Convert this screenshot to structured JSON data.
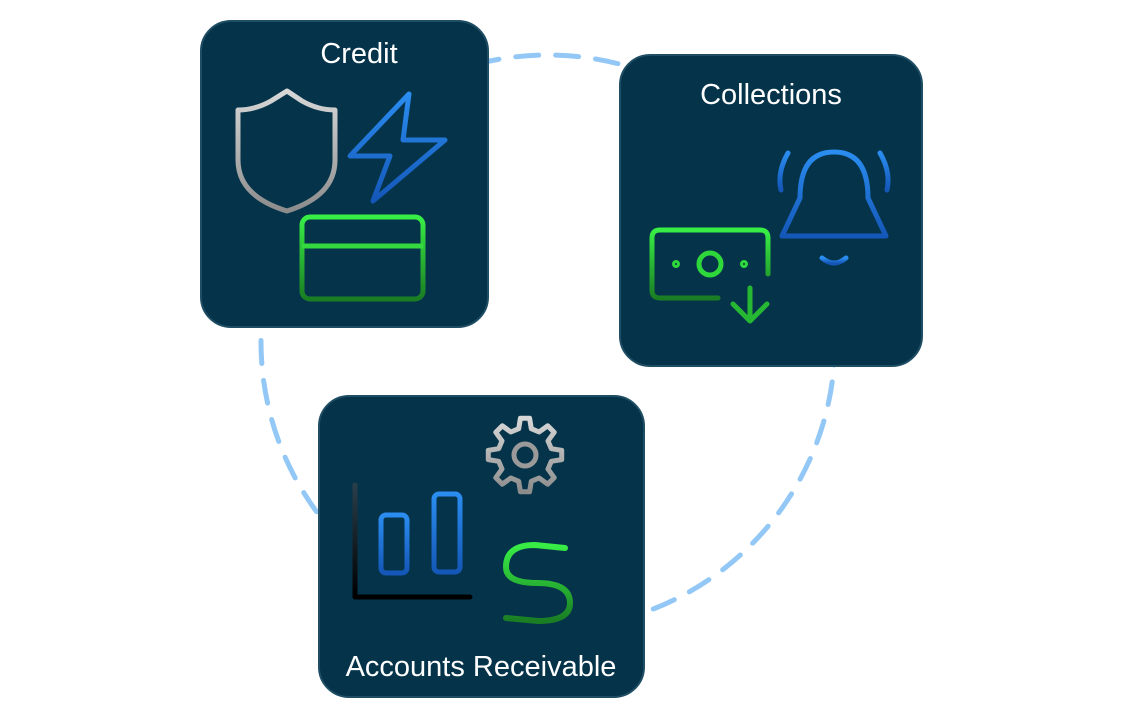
{
  "colors": {
    "card_fill": "#05344a",
    "card_stroke": "#1e4d64",
    "connector_dash": "#93c8f6",
    "text": "#ffffff",
    "icon_blue": "#1f7ee0",
    "icon_green": "#2fe23c",
    "icon_silver": "#c4c4c4"
  },
  "cards": {
    "credit": {
      "title": "Credit",
      "icons": [
        "shield-icon",
        "lightning-bolt-icon",
        "credit-card-icon"
      ]
    },
    "collections": {
      "title": "Collections",
      "icons": [
        "bell-ringing-icon",
        "cash-receive-icon"
      ]
    },
    "accounts_receivable": {
      "title": "Accounts Receivable",
      "icons": [
        "gear-icon",
        "bar-chart-icon",
        "dollar-sign-icon"
      ]
    }
  }
}
